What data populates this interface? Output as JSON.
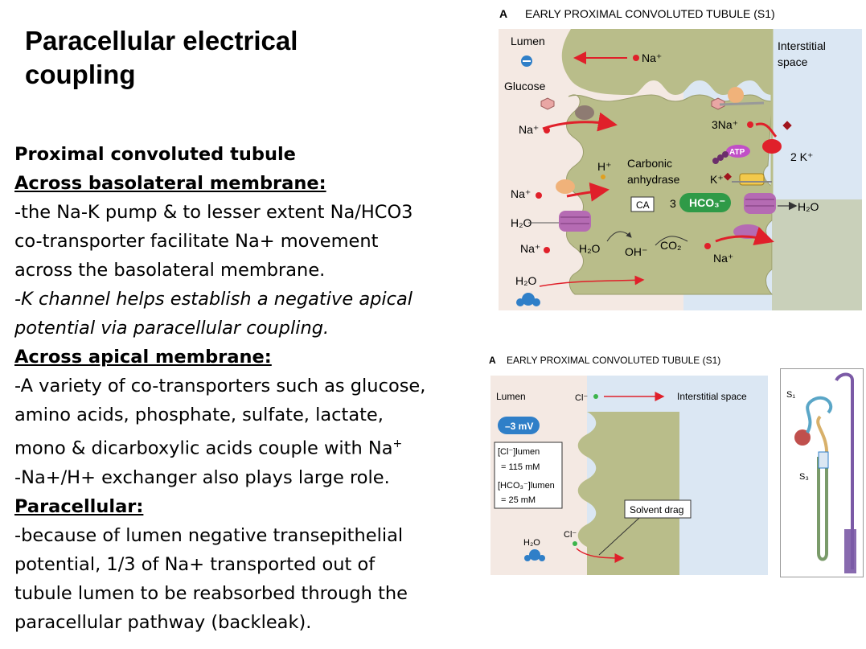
{
  "slide": {
    "title_line1": "Paracellular electrical",
    "title_line2": "coupling",
    "lines": [
      "Proximal convoluted tubule",
      "Across basolateral membrane:",
      "-the Na-K pump & to lesser extent Na/HCO3",
      "co-transporter facilitate Na+ movement",
      "across the basolateral membrane.",
      "-K channel helps establish a negative apical",
      "potential via paracellular coupling.",
      "Across apical membrane:",
      "-A variety of co-transporters such as glucose,",
      "amino acids, phosphate, sulfate, lactate,",
      "mono & dicarboxylic acids couple with Na",
      "-Na+/H+ exchanger also plays large role.",
      "Paracellular:",
      "-because of lumen negative transepithelial",
      "potential, 1/3 of Na+ transported out of",
      "tubule lumen to be reabsorbed through the",
      "paracellular pathway (backleak)."
    ],
    "superscript_plus": "+"
  },
  "figure_top": {
    "panel_letter": "A",
    "heading": "EARLY PROXIMAL CONVOLUTED TUBULE (S1)",
    "lumen": "Lumen",
    "interstitial_1": "Interstitial",
    "interstitial_2": "space",
    "na_plus_top": "Na⁺",
    "glucose": "Glucose",
    "na_plus_glucose": "Na⁺",
    "three_na": "3Na⁺",
    "two_k": "2 K⁺",
    "atp": "ATP",
    "h_plus": "H⁺",
    "carbonic": "Carbonic",
    "anhydrase": "anhydrase",
    "k_plus": "K⁺",
    "na_plus_exchanger": "Na⁺",
    "ca": "CA",
    "three": "3",
    "hco3": "HCO₃⁻",
    "h2o_right": "H₂O",
    "h2o_left": "H₂O",
    "na_plus_left": "Na⁺",
    "h2o_mid": "H₂O",
    "oh": "OH⁻",
    "co2": "CO₂",
    "na_plus_baso": "Na⁺",
    "h2o_bottom": "H₂O"
  },
  "figure_bottom": {
    "panel_letter": "A",
    "heading": "EARLY PROXIMAL CONVOLUTED TUBULE (S1)",
    "lumen": "Lumen",
    "cl": "Cl⁻",
    "interstitial": "Interstitial space",
    "voltage": "–3 mV",
    "cl_conc_label": "[Cl⁻]lumen",
    "cl_conc_value": "= 115 mM",
    "hco3_conc_label": "[HCO₃⁻]lumen",
    "hco3_conc_value": "= 25 mM",
    "solvent_drag": "Solvent drag",
    "h2o": "H₂O",
    "cl_lower": "Cl⁻"
  },
  "nephron": {
    "s1": "S₁",
    "s3": "S₃"
  },
  "colors": {
    "lumen_bg": "#f4e9e3",
    "interstitial_bg": "#d9e6f2",
    "cell_fill": "#b9bd8a",
    "arrow_red": "#e0202a",
    "hco3_green": "#2f9a47",
    "voltage_blue": "#2f7fc8",
    "transporter_purple": "#a0559d"
  }
}
